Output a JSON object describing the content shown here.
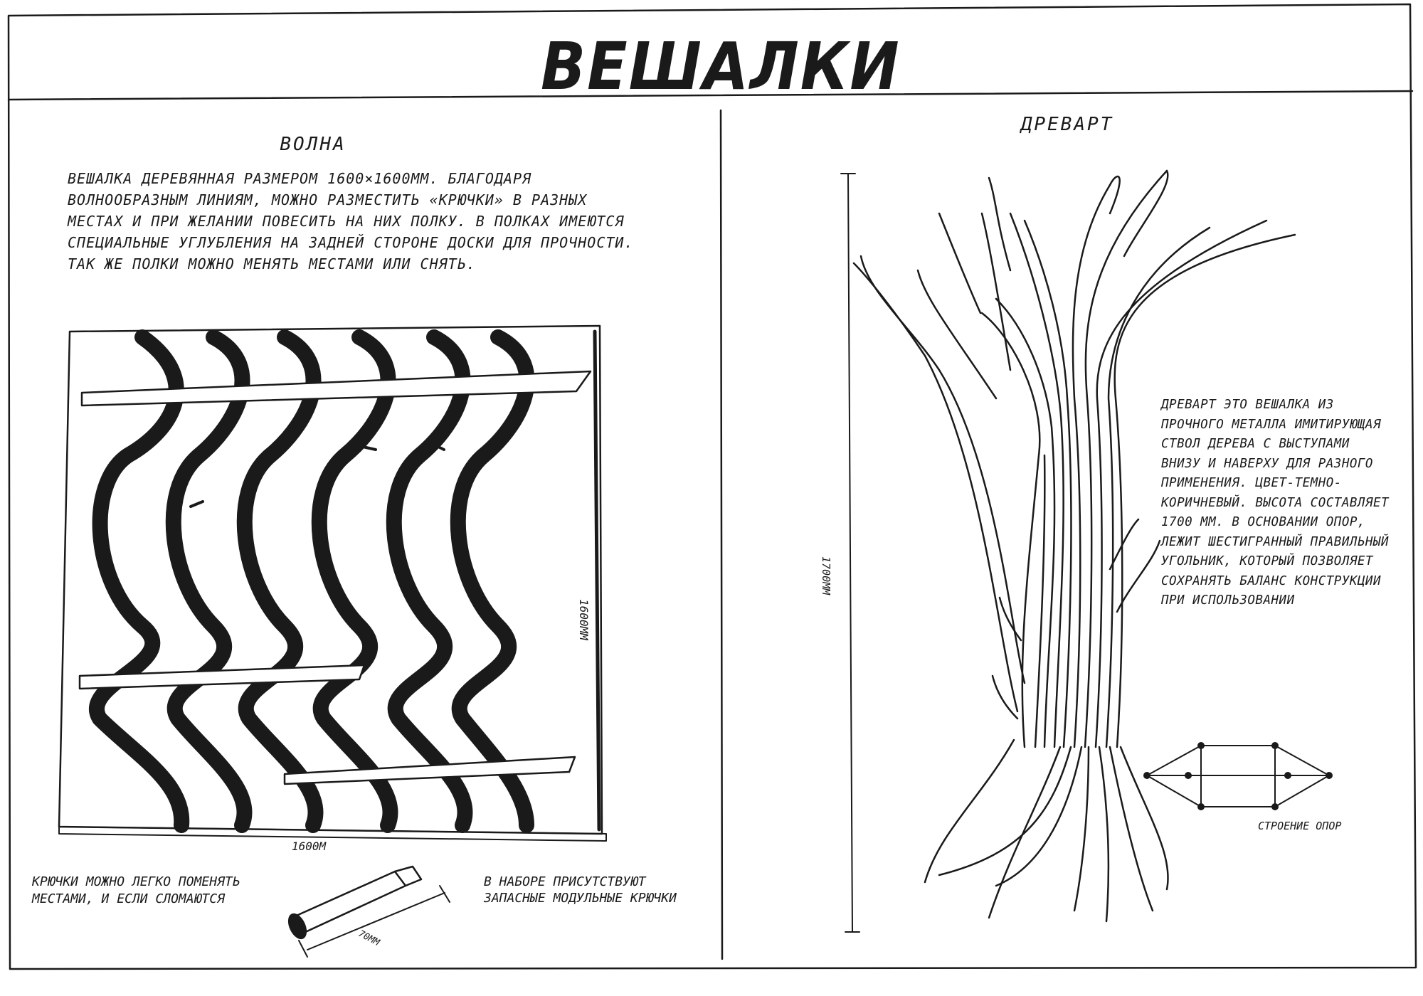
{
  "page": {
    "title": "ВЕШАЛКИ"
  },
  "left_panel": {
    "heading": "ВОЛНА",
    "description": "ВЕШАЛКА ДЕРЕВЯННАЯ РАЗМЕРОМ 1600×1600ММ. БЛАГОДАРЯ ВОЛНООБРАЗНЫМ ЛИНИЯМ, МОЖНО РАЗМЕСТИТЬ «КРЮЧКИ» В РАЗНЫХ МЕСТАХ И ПРИ ЖЕЛАНИИ ПОВЕСИТЬ НА НИХ ПОЛКУ. В ПОЛКАХ ИМЕЮТСЯ СПЕЦИАЛЬНЫЕ УГЛУБЛЕНИЯ НА ЗАДНЕЙ СТОРОНЕ ДОСКИ ДЛЯ ПРОЧНОСТИ. ТАК ЖЕ ПОЛКИ МОЖНО МЕНЯТЬ МЕСТАМИ ИЛИ СНЯТЬ.",
    "dim_height": "1600ММ",
    "dim_width": "1600М",
    "hooks_note": "КРЮЧКИ МОЖНО ЛЕГКО ПОМЕНЯТЬ МЕСТАМИ, И ЕСЛИ СЛОМАЮТСЯ",
    "spare_note": "В НАБОРЕ ПРИСУТСТВУЮТ ЗАПАСНЫЕ МОДУЛЬНЫЕ КРЮЧКИ",
    "hook_dim": "70ММ"
  },
  "right_panel": {
    "heading": "ДРЕВАРТ",
    "description": "ДРЕВАРТ ЭТО ВЕШАЛКА ИЗ ПРОЧНОГО МЕТАЛЛА ИМИТИРУЮЩАЯ СТВОЛ ДЕРЕВА С ВЫСТУПАМИ ВНИЗУ И НАВЕРХУ ДЛЯ РАЗНОГО ПРИМЕНЕНИЯ. ЦВЕТ-ТЕМНО-КОРИЧНЕВЫЙ. ВЫСОТА СОСТАВЛЯЕТ 1700 ММ. В ОСНОВАНИИ ОПОР, ЛЕЖИТ ШЕСТИГРАННЫЙ ПРАВИЛЬНЫЙ УГОЛЬНИК, КОТОРЫЙ ПОЗВОЛЯЕТ СОХРАНЯТЬ БАЛАНС КОНСТРУКЦИИ ПРИ ИСПОЛЬЗОВАНИИ",
    "dim_height": "1700ММ",
    "support_label": "СТРОЕНИЕ ОПОР"
  },
  "colors": {
    "ink": "#1a1a1a",
    "paper": "#ffffff"
  }
}
